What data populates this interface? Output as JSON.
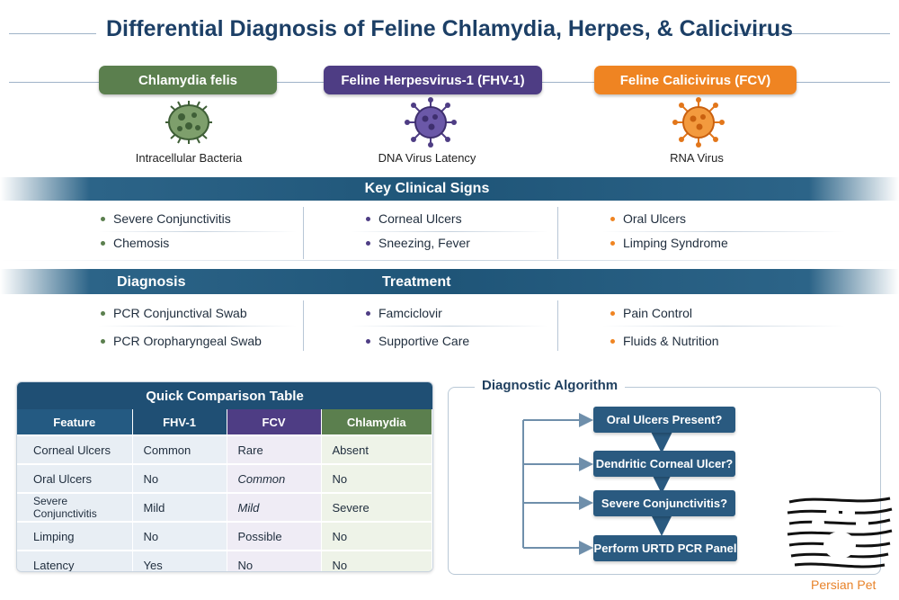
{
  "title": "Differential Diagnosis of Feline Chlamydia, Herpes, & Calicivirus",
  "agents": [
    {
      "name": "Chlamydia felis",
      "subtitle": "Intracellular Bacteria",
      "color": "#5b7f4e",
      "icon": "bacteria-icon"
    },
    {
      "name": "Feline Herpesvirus-1 (FHV-1)",
      "subtitle": "DNA Virus Latency",
      "color": "#4e3d84",
      "icon": "virus-icon"
    },
    {
      "name": "Feline Calicivirus (FCV)",
      "subtitle": "RNA Virus",
      "color": "#ef8422",
      "icon": "virus-icon"
    }
  ],
  "clinical_signs": {
    "heading": "Key Clinical Signs",
    "columns": [
      [
        "Severe Conjunctivitis",
        "Chemosis"
      ],
      [
        "Corneal Ulcers",
        "Sneezing, Fever"
      ],
      [
        "Oral Ulcers",
        "Limping Syndrome"
      ]
    ]
  },
  "diag_treat": {
    "diagnosis_heading": "Diagnosis",
    "treatment_heading": "Treatment",
    "columns": [
      [
        "PCR Conjunctival Swab",
        "PCR Oropharyngeal Swab"
      ],
      [
        "Famciclovir",
        "Supportive Care"
      ],
      [
        "Pain Control",
        "Fluids & Nutrition"
      ]
    ]
  },
  "bullet_colors": [
    "#5b7f4e",
    "#4e3d84",
    "#ef8422"
  ],
  "table": {
    "title": "Quick Comparison Table",
    "headers": [
      "Feature",
      "FHV-1",
      "FCV",
      "Chlamydia"
    ],
    "header_colors": [
      "#245a82",
      "#1f4f74",
      "#4e3d84",
      "#5b7f4e"
    ],
    "rows": [
      [
        "Corneal Ulcers",
        "Common",
        "Rare",
        "Absent"
      ],
      [
        "Oral Ulcers",
        "No",
        "Common",
        "No"
      ],
      [
        "Severe Conjunctivitis",
        "Mild",
        "Mild",
        "Severe"
      ],
      [
        "Limping",
        "No",
        "Possible",
        "No"
      ],
      [
        "Latency",
        "Yes",
        "No",
        "No"
      ]
    ]
  },
  "algorithm": {
    "title": "Diagnostic Algorithm",
    "steps": [
      "Oral Ulcers Present?",
      "Dendritic Corneal Ulcer?",
      "Severe Conjunctivitis?",
      "Perform URTD PCR Panel"
    ]
  },
  "logo": {
    "text": "Persian Pet",
    "icon": "paw-print-icon"
  }
}
